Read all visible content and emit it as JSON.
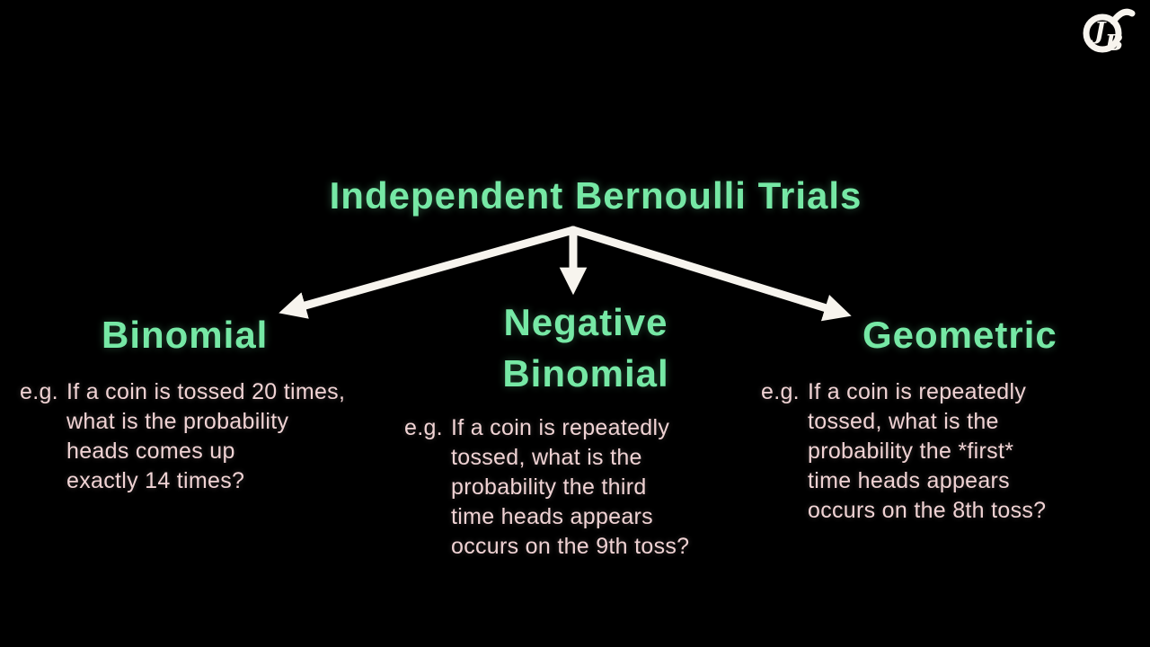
{
  "slide": {
    "background": "#000000",
    "title": "Independent Bernoulli Trials",
    "colors": {
      "heading_green": "#76e8a5",
      "body_pink": "#f0d3d4",
      "arrow_white": "#f7f4ee"
    },
    "logo": {
      "sigma_icon": "sigma-glyph",
      "initial_j": "J",
      "initial_b": "B"
    },
    "branches": [
      {
        "id": "binomial",
        "heading": "Binomial",
        "example_prefix": "e.g.",
        "example_lines": [
          "If a coin is tossed 20 times,",
          "what is the probability",
          "heads comes up",
          "exactly 14 times?"
        ]
      },
      {
        "id": "negative-binomial",
        "heading": "Negative\nBinomial",
        "example_prefix": "e.g.",
        "example_lines": [
          "If a coin is repeatedly",
          "tossed, what is the",
          "probability the third",
          "time heads appears",
          "occurs on the 9th toss?"
        ]
      },
      {
        "id": "geometric",
        "heading": "Geometric",
        "example_prefix": "e.g.",
        "example_lines": [
          "If a coin is repeatedly",
          "tossed, what is the",
          "probability the *first*",
          "time heads appears",
          "occurs on the 8th toss?"
        ]
      }
    ]
  }
}
